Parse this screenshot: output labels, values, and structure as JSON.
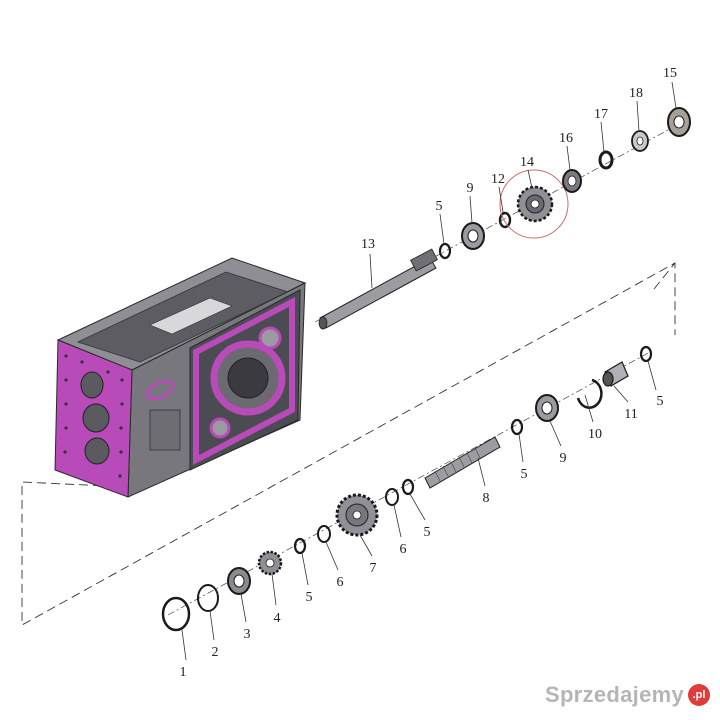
{
  "diagram": {
    "accent_color": "#b94ab9",
    "highlight_color": "#d46a6a",
    "callouts": {
      "n1": "1",
      "n2": "2",
      "n3": "3",
      "n4": "4",
      "n5a": "5",
      "n5b": "5",
      "n5c": "5",
      "n5d": "5",
      "n5e": "5",
      "n6a": "6",
      "n6b": "6",
      "n7": "7",
      "n8": "8",
      "n9a": "9",
      "n9b": "9",
      "n10": "10",
      "n11": "11",
      "n12": "12",
      "n13": "13",
      "n14": "14",
      "n15": "15",
      "n16": "16",
      "n17": "17",
      "n18": "18"
    }
  },
  "watermark": {
    "text": "Sprzedajemy",
    "badge": ".pl"
  }
}
